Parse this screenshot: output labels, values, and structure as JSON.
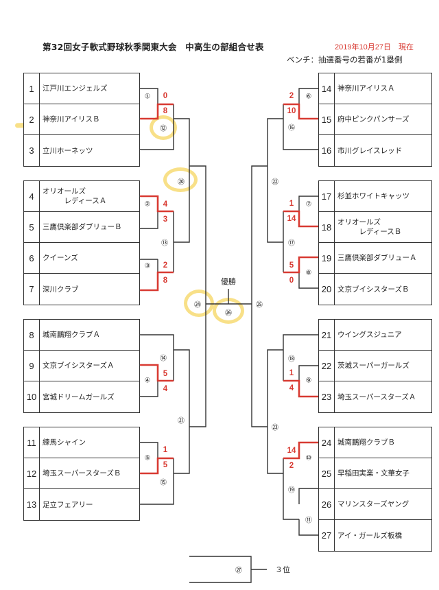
{
  "header": {
    "title": "第32回女子軟式野球秋季関東大会　中高生の部組合せ表",
    "date": "2019年10月27日　現在",
    "note": "ベンチ：抽選番号の若番が1塁側"
  },
  "teams_left": [
    {
      "no": "1",
      "name": "江戸川エンジェルズ"
    },
    {
      "no": "2",
      "name": "神奈川アイリスＢ"
    },
    {
      "no": "3",
      "name": "立川ホーネッツ"
    },
    {
      "no": "4",
      "name": "オリオールズ\n　　　レディースＡ"
    },
    {
      "no": "5",
      "name": "三鷹倶楽部ダブリューＢ"
    },
    {
      "no": "6",
      "name": "クイーンズ"
    },
    {
      "no": "7",
      "name": "深川クラブ"
    },
    {
      "no": "8",
      "name": "城南鵬翔クラブＡ"
    },
    {
      "no": "9",
      "name": "文京ブイシスターズＡ"
    },
    {
      "no": "10",
      "name": "宮城ドリームガールズ"
    },
    {
      "no": "11",
      "name": "練馬シャイン"
    },
    {
      "no": "12",
      "name": "埼玉スーパースターズＢ"
    },
    {
      "no": "13",
      "name": "足立フェアリー"
    }
  ],
  "teams_right": [
    {
      "no": "14",
      "name": "神奈川アイリスＡ"
    },
    {
      "no": "15",
      "name": "府中ピンクパンサーズ"
    },
    {
      "no": "16",
      "name": "市川グレイスレッド"
    },
    {
      "no": "17",
      "name": "杉並ホワイトキャッツ"
    },
    {
      "no": "18",
      "name": "オリオールズ\n　　　レディースＢ"
    },
    {
      "no": "19",
      "name": "三鷹倶楽部ダブリューＡ"
    },
    {
      "no": "20",
      "name": "文京ブイシスターズＢ"
    },
    {
      "no": "21",
      "name": "ウイングスジュニア"
    },
    {
      "no": "22",
      "name": "茨城スーパーガールズ"
    },
    {
      "no": "23",
      "name": "埼玉スーパースターズＡ"
    },
    {
      "no": "24",
      "name": "城南鵬翔クラブＢ"
    },
    {
      "no": "25",
      "name": "早稲田実業・文華女子"
    },
    {
      "no": "26",
      "name": "マリンスターズヤング"
    },
    {
      "no": "27",
      "name": "アイ・ガールズ板橋"
    }
  ],
  "matches": {
    "m1": "①",
    "m2": "②",
    "m3": "③",
    "m4": "④",
    "m5": "⑤",
    "m6": "⑥",
    "m7": "⑦",
    "m8": "⑧",
    "m9": "⑨",
    "m10": "⑩",
    "m11": "⑪",
    "m12": "⑫",
    "m13": "⑬",
    "m14": "⑭",
    "m15": "⑮",
    "m16": "⑯",
    "m17": "⑰",
    "m18": "⑱",
    "m19": "⑲",
    "m20": "⑳",
    "m21": "㉑",
    "m22": "㉒",
    "m23": "㉓",
    "m24": "㉔",
    "m25": "㉕",
    "m26": "㉖",
    "m27": "㉗"
  },
  "scores": {
    "m1_team1": "0",
    "m1_team2": "8",
    "m2_team4": "4",
    "m2_team5": "3",
    "m3_team6": "2",
    "m3_team7": "8",
    "m4_team9": "5",
    "m4_team10": "4",
    "m5_team11": "1",
    "m5_team12": "5",
    "m6_team14": "2",
    "m6_team15": "10",
    "m7_team17": "1",
    "m7_team18": "14",
    "m8_team19": "5",
    "m8_team20": "0",
    "m9_team22": "1",
    "m9_team23": "4",
    "m10_team24": "14",
    "m10_team25": "2"
  },
  "labels": {
    "champion": "優勝",
    "third_place": "３位"
  },
  "colors": {
    "winner_line": "#d83a32",
    "highlight": "#f5d660"
  }
}
